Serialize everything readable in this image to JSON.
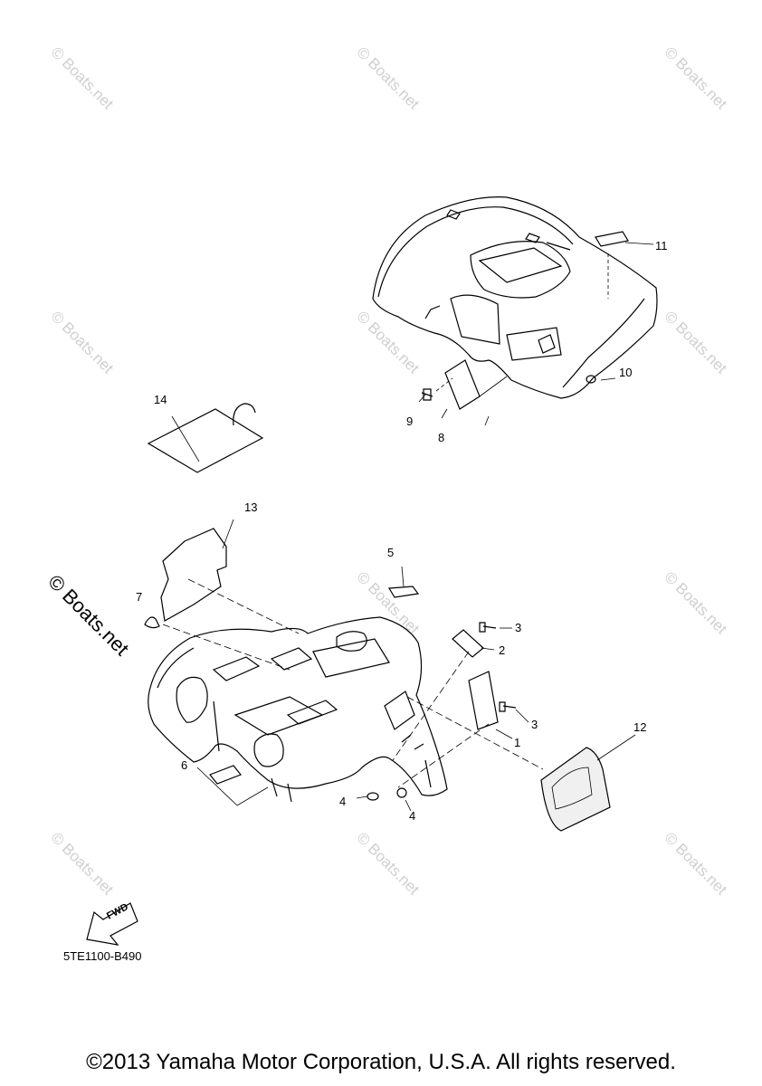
{
  "watermark": "© Boats.net",
  "callouts": [
    "1",
    "2",
    "3",
    "3",
    "4",
    "4",
    "5",
    "6",
    "7",
    "8",
    "9",
    "10",
    "11",
    "12",
    "13",
    "14"
  ],
  "arrow_label": "FWD",
  "diagram_code": "5TE1100-B490",
  "copyright": "©2013 Yamaha Motor Corporation, U.S.A. All rights reserved."
}
